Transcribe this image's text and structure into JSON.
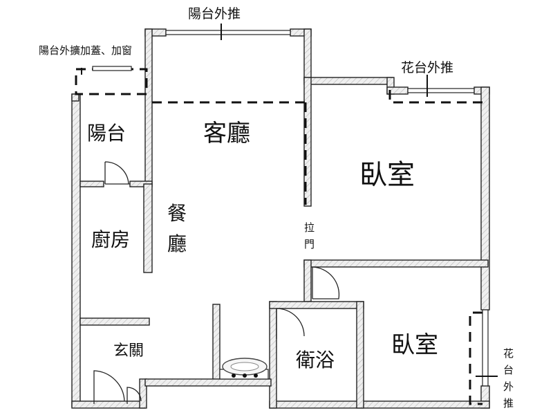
{
  "rooms": {
    "living": "客廳",
    "bedroom_main": "臥室",
    "bedroom_second": "臥室",
    "balcony": "陽台",
    "kitchen": "廚房",
    "dining_1": "餐",
    "dining_2": "廳",
    "bathroom": "衛浴",
    "foyer": "玄關"
  },
  "notes": {
    "balcony_extend": "陽台外推",
    "balcony_expand": "陽台外擴加蓋、加窗",
    "planter_extend_top": "花台外推",
    "planter_extend_side": [
      "花",
      "台",
      "外",
      "推"
    ],
    "sliding_door": [
      "拉",
      "門"
    ]
  }
}
